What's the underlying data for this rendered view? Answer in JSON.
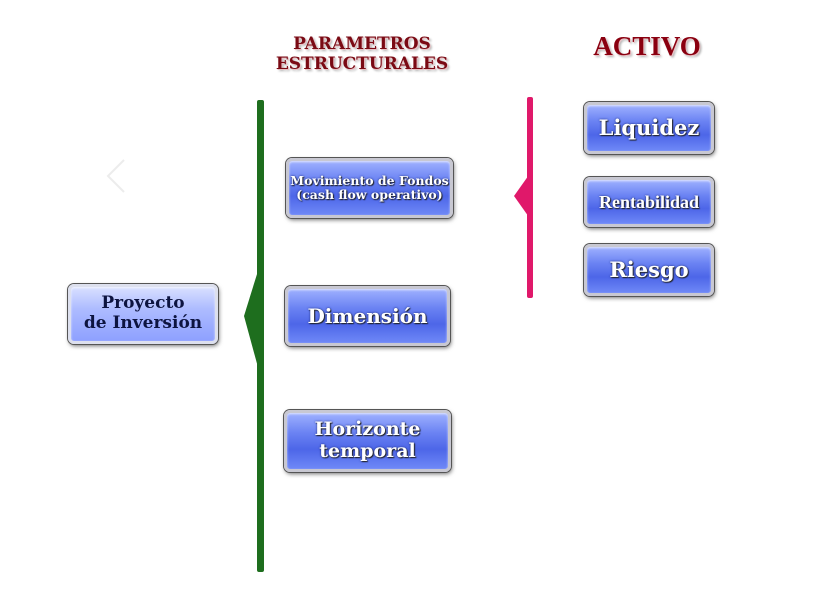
{
  "headings": {
    "parametros": "PARAMETROS\nESTRUCTURALES",
    "activo": "ACTIVO"
  },
  "boxes": {
    "proyecto": "Proyecto\nde Inversión",
    "movimiento": "Movimiento de Fondos\n(cash flow operativo)",
    "dimension": "Dimensión",
    "horizonte": "Horizonte\ntemporal",
    "liquidez": "Liquidez",
    "rentabilidad": "Rentabilidad",
    "riesgo": "Riesgo"
  },
  "colors": {
    "green_bracket": "#1e6e1e",
    "pink_bracket": "#e0186a",
    "heading": "#7a0a14",
    "box_blue": "#5a72ee"
  }
}
